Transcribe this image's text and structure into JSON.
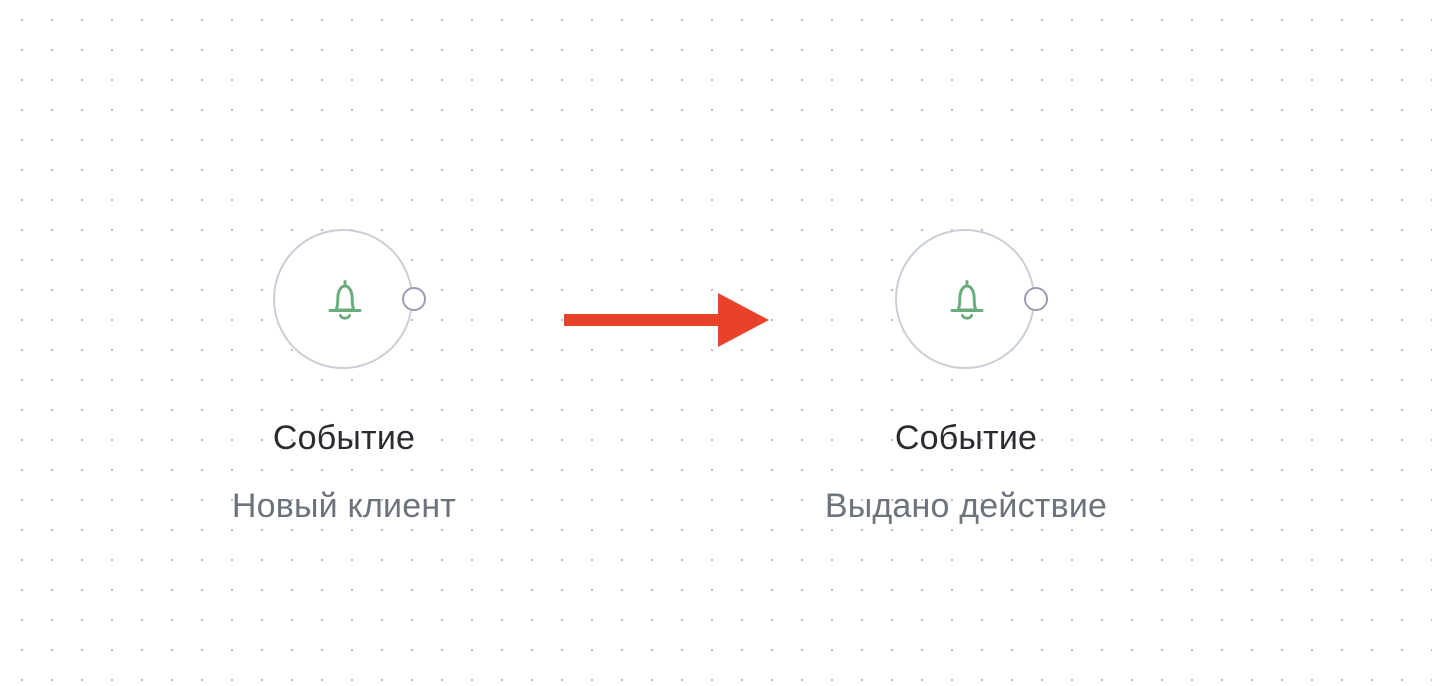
{
  "nodes": [
    {
      "type_label": "Событие",
      "name": "Новый клиент",
      "icon": "bell-icon"
    },
    {
      "type_label": "Событие",
      "name": "Выдано действие",
      "icon": "bell-icon"
    }
  ],
  "colors": {
    "bell_icon": "#6aad7c",
    "node_border": "#c9cfd6",
    "port_border": "#9a9cb5",
    "arrow": "#e8432a",
    "title_text": "#2a2c31",
    "subtitle_text": "#6c737c"
  }
}
